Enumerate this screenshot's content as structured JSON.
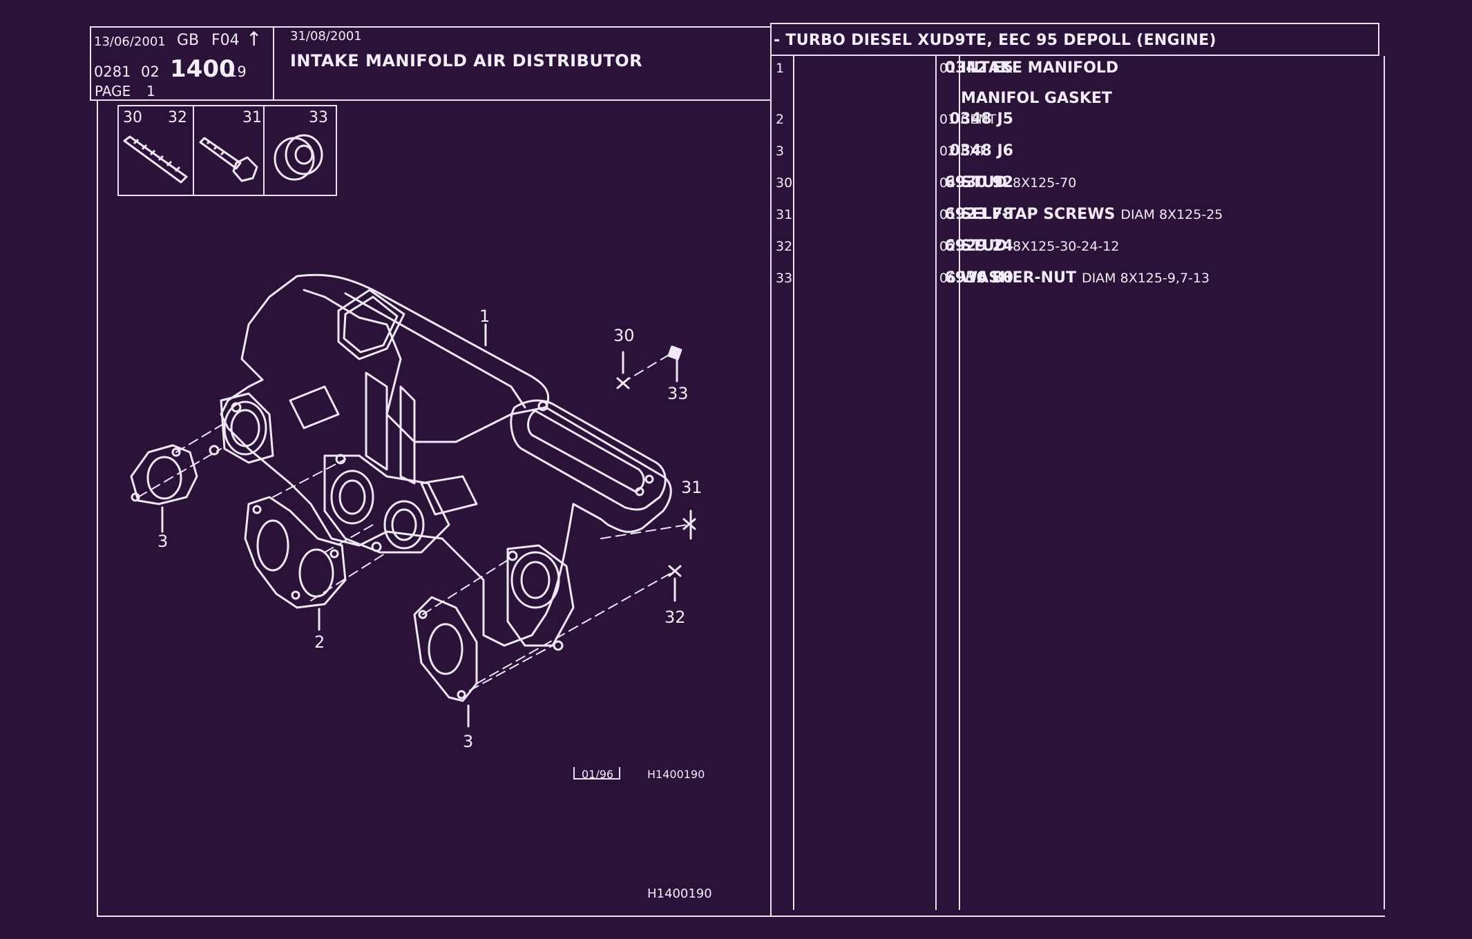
{
  "header": {
    "date_issue": "13/06/2001",
    "lang": "GB",
    "code": "F04",
    "arrow": "↑",
    "ref_a": "0281",
    "ref_b": "02",
    "group": "1400",
    "ref_c": "19",
    "page_label": "PAGE",
    "page_num": "1",
    "date_update": "31/08/2001",
    "title": "INTAKE MANIFOLD AIR DISTRIBUTOR",
    "application": "- TURBO DIESEL XUD9TE, EEC 95 DEPOLL (ENGINE)"
  },
  "thumbnails": [
    {
      "labels": [
        "30",
        "32"
      ],
      "icon": "stud-icon"
    },
    {
      "labels": [
        "31"
      ],
      "icon": "screw-icon"
    },
    {
      "labels": [
        "33"
      ],
      "icon": "washer-nut-icon"
    }
  ],
  "drawing": {
    "callouts": [
      "1",
      "30",
      "33",
      "31",
      "3",
      "2",
      "32",
      "3"
    ],
    "date_box": "01/96",
    "ref": "H1400190",
    "footer_ref": "H1400190"
  },
  "parts": [
    {
      "num": "1",
      "ref": "0342 E5",
      "qty": "01",
      "name": "INTAKE MANIFOLD",
      "spec": ""
    },
    {
      "num": "",
      "ref": "",
      "qty": "",
      "name": "MANIFOL GASKET",
      "spec": ""
    },
    {
      "num": "2",
      "ref": "0348 J5",
      "qty": "01",
      "name": "",
      "spec": "CENT"
    },
    {
      "num": "3",
      "ref": "0348 J6",
      "qty": "02",
      "name": "",
      "spec": "EXT"
    },
    {
      "num": "30",
      "ref": "6930 92",
      "qty": "04",
      "name": "STUD",
      "spec": "8X125-70"
    },
    {
      "num": "31",
      "ref": "6923 78",
      "qty": "01",
      "name": "SELF-TAP SCREWS",
      "spec": "DIAM 8X125-25"
    },
    {
      "num": "32",
      "ref": "6929 24",
      "qty": "02",
      "name": "STUD",
      "spec": "8X125-30-24-12"
    },
    {
      "num": "33",
      "ref": "6936 80",
      "qty": "06",
      "name": "WASHER-NUT",
      "spec": "DIAM 8X125-9,7-13"
    }
  ]
}
